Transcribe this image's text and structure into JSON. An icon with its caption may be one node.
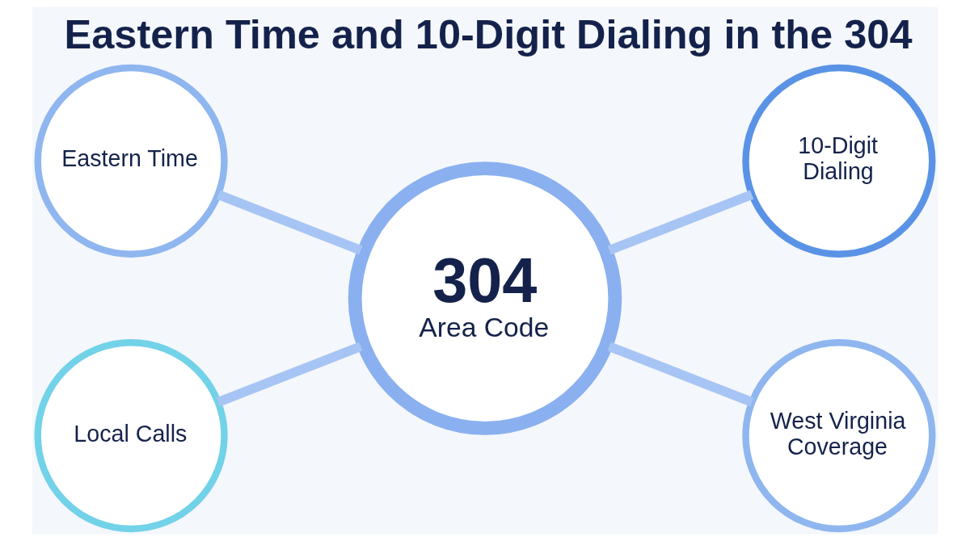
{
  "diagram": {
    "title": "Eastern Time and 10-Digit Dialing in the 304",
    "nodes": [
      {
        "text": [
          "Eastern Time"
        ]
      },
      {
        "text": [
          "10-Digit Dialing"
        ]
      },
      {
        "text": [
          "304",
          "Area Code"
        ]
      },
      {
        "text": [
          "Local Calls"
        ]
      },
      {
        "text": [
          "West Virginia Coverage"
        ]
      }
    ],
    "edges": [
      {
        "from": 0,
        "to": 2,
        "arrow": "none"
      },
      {
        "from": 2,
        "to": 1,
        "arrow": "none"
      },
      {
        "from": 3,
        "to": 2,
        "arrow": "none"
      },
      {
        "from": 2,
        "to": 4,
        "arrow": "none"
      }
    ]
  }
}
